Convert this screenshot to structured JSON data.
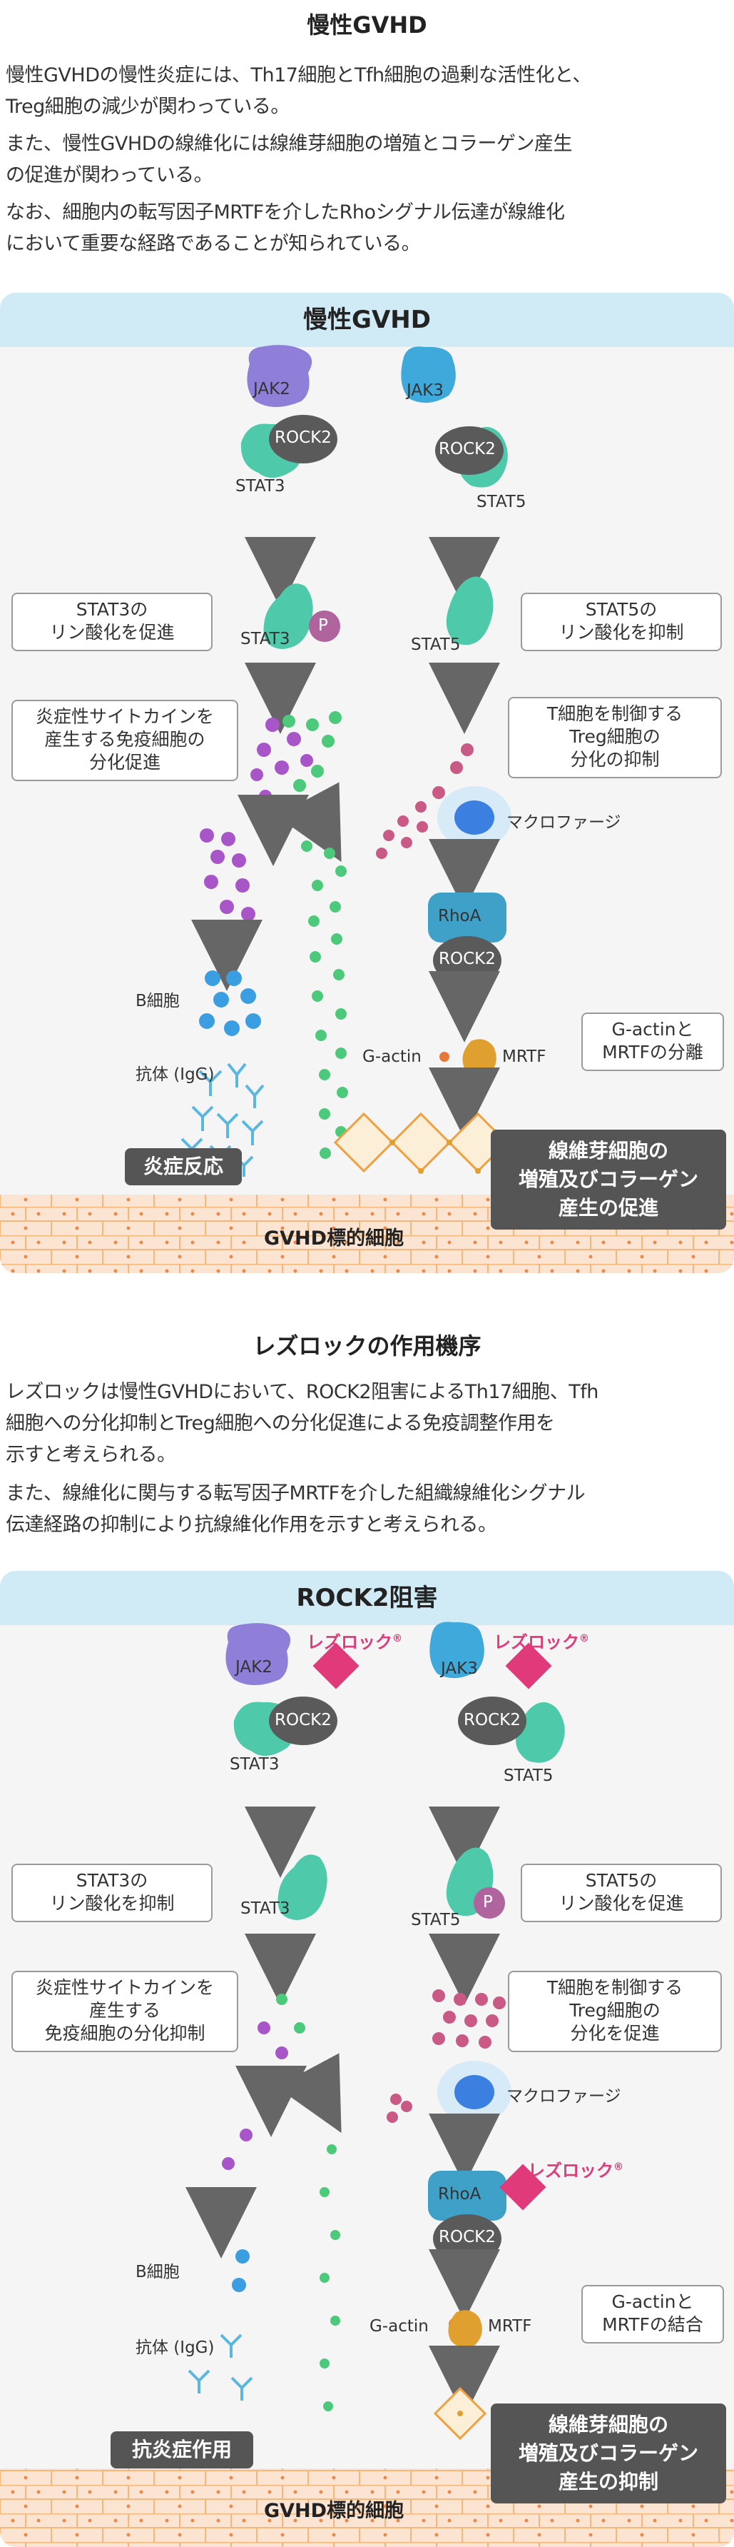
{
  "section1": {
    "title": "慢性GVHD",
    "paragraphs": [
      "慢性GVHDの慢性炎症には、Th17細胞とTfh細胞の過剰な活性化と、",
      "Treg細胞の減少が関わっている。",
      "また、慢性GVHDの線維化には線維芽細胞の増殖とコラーゲン産生",
      "の促進が関わっている。",
      "なお、細胞内の転写因子MRTFを介したRhoシグナル伝達が線維化",
      "において重要な経路であることが知られている。"
    ]
  },
  "panel1": {
    "header": "慢性GVHD",
    "labels": {
      "jak2": "JAK2",
      "rock2_a": "ROCK2",
      "stat3_a": "STAT3",
      "jak3": "JAK3",
      "rock2_b": "ROCK2",
      "stat5_a": "STAT5",
      "stat3_b": "STAT3",
      "p": "P",
      "stat5_b": "STAT5",
      "macrophage": "マクロファージ",
      "rhoa": "RhoA",
      "rock2_c": "ROCK2",
      "bcell": "B細胞",
      "antibody": "抗体 (IgG)",
      "gactin": "G-actin",
      "mrtf": "MRTF",
      "target": "GVHD標的細胞"
    },
    "callouts": {
      "stat3": [
        "STAT3の",
        "リン酸化を促進"
      ],
      "stat5": [
        "STAT5の",
        "リン酸化を抑制"
      ],
      "cytokine": [
        "炎症性サイトカインを",
        "産生する免疫細胞の",
        "分化促進"
      ],
      "treg": [
        "T細胞を制御する",
        "Treg細胞の",
        "分化の抑制"
      ],
      "gactin": [
        "G-actinと",
        "MRTFの分離"
      ]
    },
    "boxes": {
      "inflammation": "炎症反応",
      "fibro": [
        "線維芽細胞の",
        "増殖及びコラーゲン",
        "産生の促進"
      ]
    }
  },
  "section2": {
    "title": "レズロックの作用機序",
    "paragraphs": [
      "レズロックは慢性GVHDにおいて、ROCK2阻害によるTh17細胞、Tfh",
      "細胞への分化抑制とTreg細胞への分化促進による免疫調整作用を",
      "示すと考えられる。",
      "また、線維化に関与する転写因子MRTFを介した組織線維化シグナル",
      "伝達経路の抑制により抗線維化作用を示すと考えられる。"
    ]
  },
  "panel2": {
    "header": "ROCK2阻害",
    "drug": "レズロック",
    "drug_mark": "®",
    "labels": {
      "jak2": "JAK2",
      "rock2_a": "ROCK2",
      "stat3_a": "STAT3",
      "jak3": "JAK3",
      "rock2_b": "ROCK2",
      "stat5_a": "STAT5",
      "stat3_b": "STAT3",
      "p": "P",
      "stat5_b": "STAT5",
      "macrophage": "マクロファージ",
      "rhoa": "RhoA",
      "rock2_c": "ROCK2",
      "bcell": "B細胞",
      "antibody": "抗体 (IgG)",
      "gactin": "G-actin",
      "mrtf": "MRTF",
      "target": "GVHD標的細胞"
    },
    "callouts": {
      "stat3": [
        "STAT3の",
        "リン酸化を抑制"
      ],
      "stat5": [
        "STAT5の",
        "リン酸化を促進"
      ],
      "cytokine": [
        "炎症性サイトカインを",
        "産生する",
        "免疫細胞の分化抑制"
      ],
      "treg": [
        "T細胞を制御する",
        "Treg細胞の",
        "分化を促進"
      ],
      "gactin": [
        "G-actinと",
        "MRTFの結合"
      ]
    },
    "boxes": {
      "inflammation": "抗炎症作用",
      "fibro": [
        "線維芽細胞の",
        "増殖及びコラーゲン",
        "産生の抑制"
      ]
    }
  },
  "colors": {
    "header_bg": "#d0ebf6",
    "panel_bg": "#f5f5f5",
    "jak2": "#8f7fd8",
    "jak3": "#3fa9dc",
    "stat": "#4ec9a9",
    "rock2": "#5a5a5a",
    "phospho": "#b0649e",
    "purple_dot": "#a855c8",
    "green_dot": "#4cc97a",
    "pink_dot": "#c85a85",
    "blue_dot": "#3b9ee0",
    "rhoa": "#3fa0c8",
    "mrtf": "#e0a030",
    "drug": "#e03a7a",
    "cell_fill": "#fbe4d2",
    "cell_line": "#f5b87a",
    "darkbox": "#555555"
  }
}
